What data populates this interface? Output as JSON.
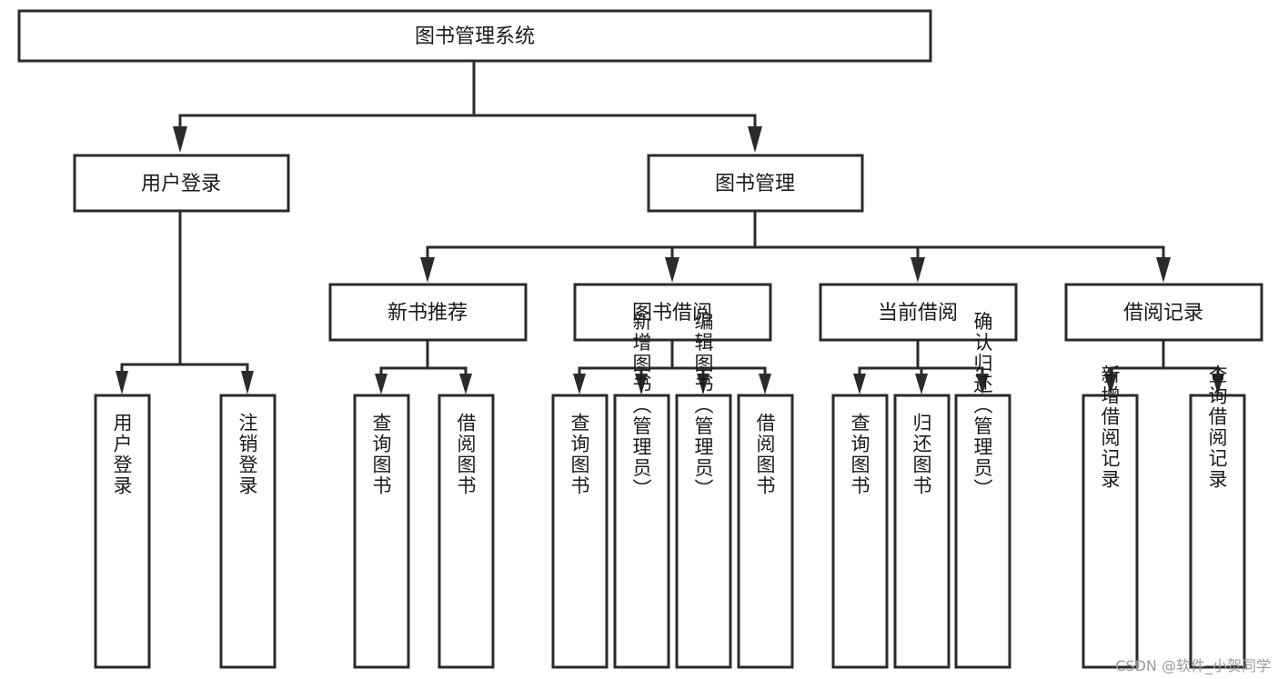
{
  "diagram": {
    "type": "tree-hierarchy",
    "title": "图书管理系统",
    "root": {
      "id": "root",
      "label": "图书管理系统",
      "orientation": "horizontal"
    },
    "level1": [
      {
        "id": "user-login",
        "label": "用户登录",
        "orientation": "horizontal"
      },
      {
        "id": "book-management",
        "label": "图书管理",
        "orientation": "horizontal"
      }
    ],
    "level2": [
      {
        "id": "new-book-recommend",
        "label": "新书推荐",
        "parent": "book-management",
        "orientation": "horizontal"
      },
      {
        "id": "book-borrow",
        "label": "图书借阅",
        "parent": "book-management",
        "orientation": "horizontal"
      },
      {
        "id": "current-borrow",
        "label": "当前借阅",
        "parent": "book-management",
        "orientation": "horizontal"
      },
      {
        "id": "borrow-record",
        "label": "借阅记录",
        "parent": "book-management",
        "orientation": "horizontal"
      }
    ],
    "leaves": [
      {
        "id": "leaf-user-login",
        "label": "用户登录",
        "parent": "user-login",
        "orientation": "vertical"
      },
      {
        "id": "leaf-user-logout",
        "label": "注销登录",
        "parent": "user-login",
        "orientation": "vertical"
      },
      {
        "id": "leaf-query-book-1",
        "label": "查询图书",
        "parent": "new-book-recommend",
        "orientation": "vertical"
      },
      {
        "id": "leaf-borrow-book-1",
        "label": "借阅图书",
        "parent": "new-book-recommend",
        "orientation": "vertical"
      },
      {
        "id": "leaf-query-book-2",
        "label": "查询图书",
        "parent": "book-borrow",
        "orientation": "vertical"
      },
      {
        "id": "leaf-add-book",
        "label": "新增图书（管理员）",
        "parent": "book-borrow",
        "orientation": "vertical"
      },
      {
        "id": "leaf-edit-book",
        "label": "编辑图书（管理员）",
        "parent": "book-borrow",
        "orientation": "vertical"
      },
      {
        "id": "leaf-borrow-book-2",
        "label": "借阅图书",
        "parent": "book-borrow",
        "orientation": "vertical"
      },
      {
        "id": "leaf-query-book-3",
        "label": "查询图书",
        "parent": "current-borrow",
        "orientation": "vertical"
      },
      {
        "id": "leaf-return-book",
        "label": "归还图书",
        "parent": "current-borrow",
        "orientation": "vertical"
      },
      {
        "id": "leaf-confirm-return",
        "label": "确认归还（管理员）",
        "parent": "current-borrow",
        "orientation": "vertical"
      },
      {
        "id": "leaf-add-record",
        "label": "新增借阅记录",
        "parent": "borrow-record",
        "orientation": "vertical"
      },
      {
        "id": "leaf-query-record",
        "label": "查询借阅记录",
        "parent": "borrow-record",
        "orientation": "vertical"
      }
    ],
    "colors": {
      "background": "#ffffff",
      "box_fill": "#ffffff",
      "box_stroke": "#2b2b2b",
      "text": "#1a1a1a",
      "watermark": "#9a9a9a"
    }
  },
  "watermark": {
    "text": "CSDN @软件_小贺同学"
  }
}
